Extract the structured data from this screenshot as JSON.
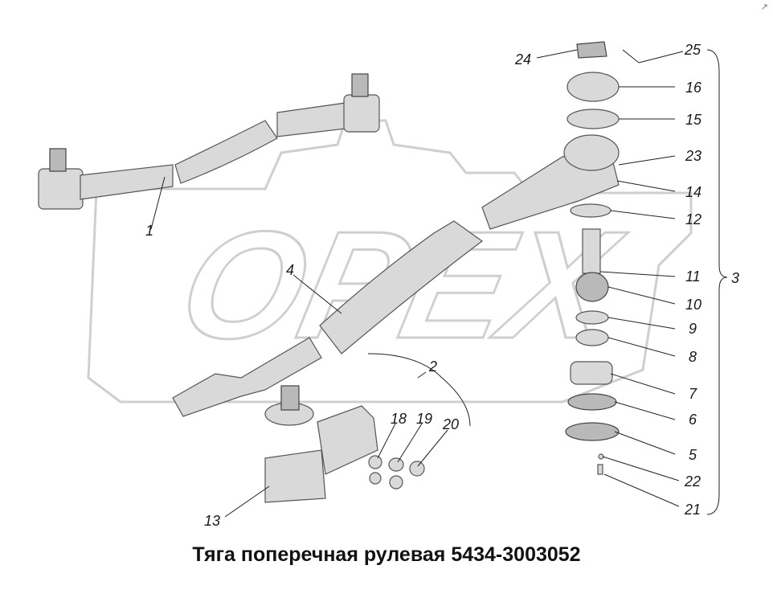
{
  "title": "Тяга поперечная рулевая 5434-3003052",
  "watermark": {
    "text": "OPEX",
    "color": "#cfcfcf"
  },
  "corner_mark": "↗",
  "callouts": [
    "1",
    "2",
    "3",
    "4",
    "5",
    "6",
    "7",
    "8",
    "9",
    "10",
    "11",
    "12",
    "13",
    "14",
    "15",
    "16",
    "18",
    "19",
    "20",
    "21",
    "22",
    "23",
    "24",
    "25"
  ],
  "colors": {
    "part_fill": "#d9d9d9",
    "part_shade": "#b9b9b9",
    "line": "#222222"
  }
}
